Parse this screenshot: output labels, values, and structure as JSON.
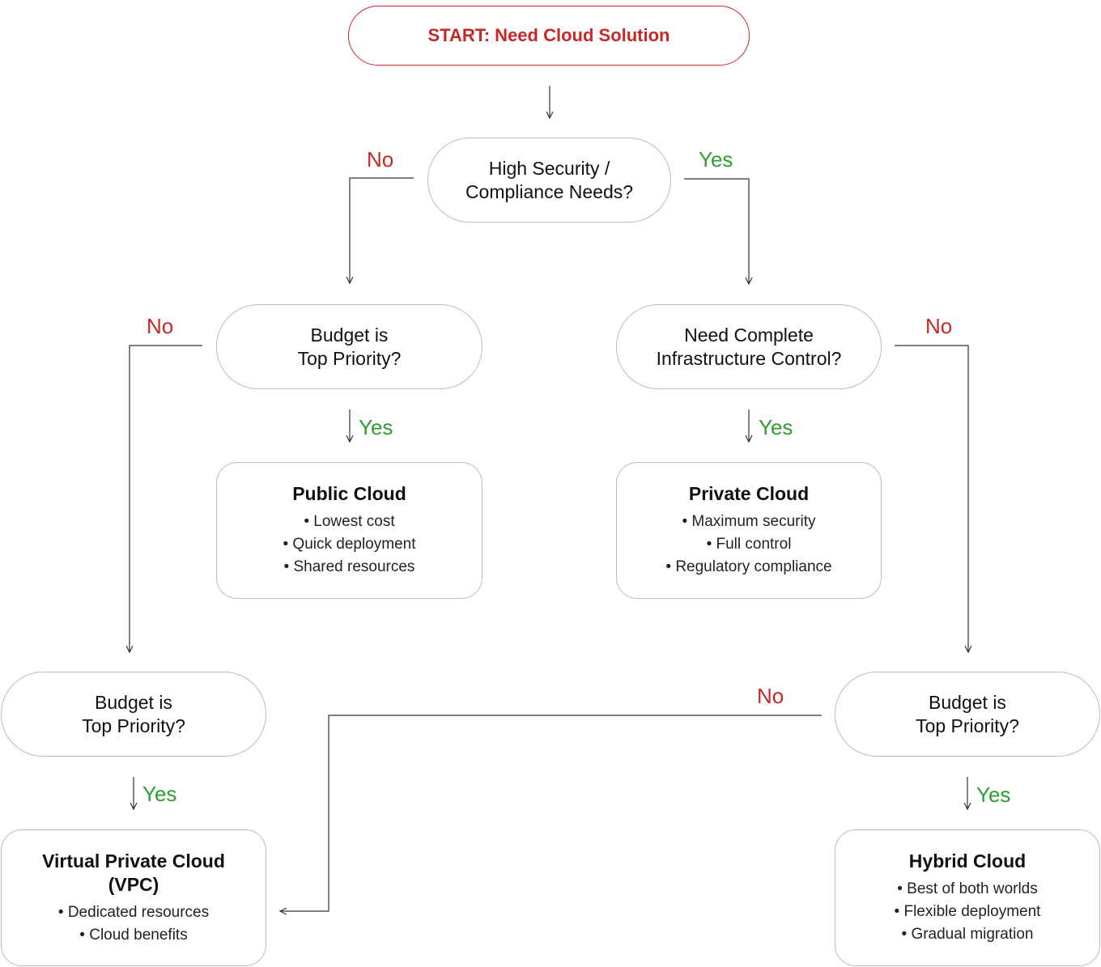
{
  "start": "START: Need Cloud Solution",
  "questions": {
    "security": "High Security /\nCompliance Needs?",
    "budget_left": "Budget is\nTop Priority?",
    "control": "Need Complete\nInfrastructure Control?",
    "budget_bottom_left": "Budget is\nTop Priority?",
    "budget_bottom_right": "Budget is\nTop Priority?"
  },
  "results": {
    "public": {
      "title": "Public Cloud",
      "items": [
        "• Lowest cost",
        "• Quick deployment",
        "• Shared resources"
      ]
    },
    "private": {
      "title": "Private Cloud",
      "items": [
        "• Maximum security",
        "• Full control",
        "• Regulatory compliance"
      ]
    },
    "vpc": {
      "title": "Virtual Private Cloud\n(VPC)",
      "items": [
        "• Dedicated resources",
        "• Cloud benefits"
      ]
    },
    "hybrid": {
      "title": "Hybrid Cloud",
      "items": [
        "• Best of both worlds",
        "• Flexible deployment",
        "• Gradual migration"
      ]
    }
  },
  "labels": {
    "no": "No",
    "yes": "Yes"
  },
  "colors": {
    "no": "#c62828",
    "yes": "#2e9e2e",
    "start": "#c62828",
    "line": "#333333",
    "border": "#bdbdbd"
  }
}
